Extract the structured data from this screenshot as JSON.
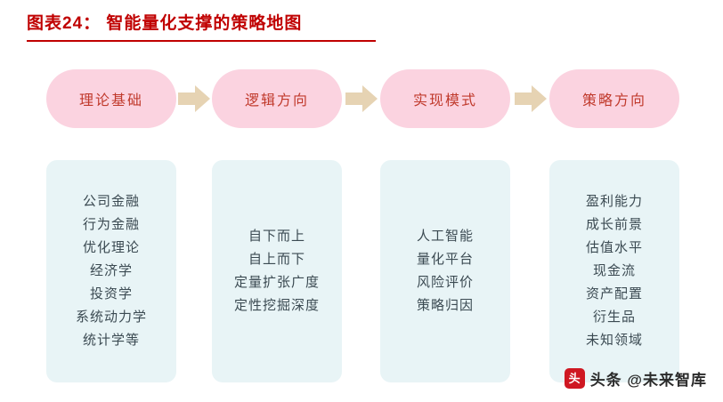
{
  "title": {
    "text": "图表24： 智能量化支撑的策略地图",
    "color": "#c00000"
  },
  "columns": [
    {
      "header": "理论基础",
      "items": [
        "公司金融",
        "行为金融",
        "优化理论",
        "经济学",
        "投资学",
        "系统动力学",
        "统计学等"
      ]
    },
    {
      "header": "逻辑方向",
      "items": [
        "自下而上",
        "自上而下",
        "定量扩张广度",
        "定性挖掘深度"
      ]
    },
    {
      "header": "实现模式",
      "items": [
        "人工智能",
        "量化平台",
        "风险评价",
        "策略归因"
      ]
    },
    {
      "header": "策略方向",
      "items": [
        "盈利能力",
        "成长前景",
        "估值水平",
        "现金流",
        "资产配置",
        "衍生品",
        "未知领域"
      ]
    }
  ],
  "arrows": [
    "arrow-right-1",
    "arrow-right-2",
    "arrow-right-3"
  ],
  "watermark": {
    "logo_text": "头",
    "text": "头条 @未来智库"
  },
  "palette": {
    "header_fill": "#fbd3e0",
    "header_text": "#c0392b",
    "body_fill": "#e8f4f6",
    "body_text": "#3b4a52",
    "arrow_fill": "#e6d3b3",
    "accent": "#c00000"
  }
}
